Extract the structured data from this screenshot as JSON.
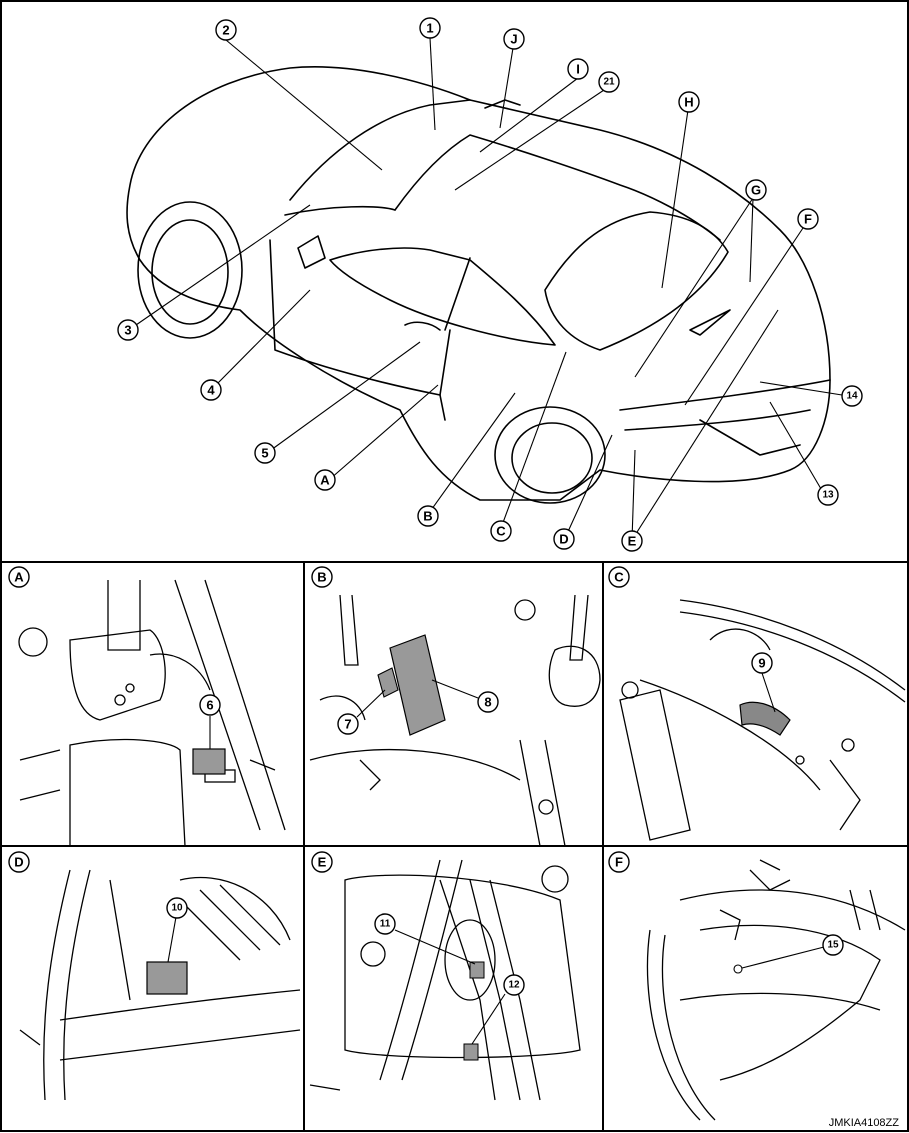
{
  "figure_id": "JMKIA4108ZZ",
  "main_view": {
    "callouts": [
      "1",
      "2",
      "3",
      "4",
      "5",
      "13",
      "14",
      "21",
      "A",
      "B",
      "C",
      "D",
      "E",
      "F",
      "G",
      "H",
      "I",
      "J"
    ]
  },
  "panels": [
    {
      "letter": "A",
      "callouts": [
        "6"
      ]
    },
    {
      "letter": "B",
      "callouts": [
        "7",
        "8"
      ]
    },
    {
      "letter": "C",
      "callouts": [
        "9"
      ]
    },
    {
      "letter": "D",
      "callouts": [
        "10"
      ]
    },
    {
      "letter": "E",
      "callouts": [
        "11",
        "12"
      ]
    },
    {
      "letter": "F",
      "callouts": [
        "15"
      ]
    }
  ]
}
